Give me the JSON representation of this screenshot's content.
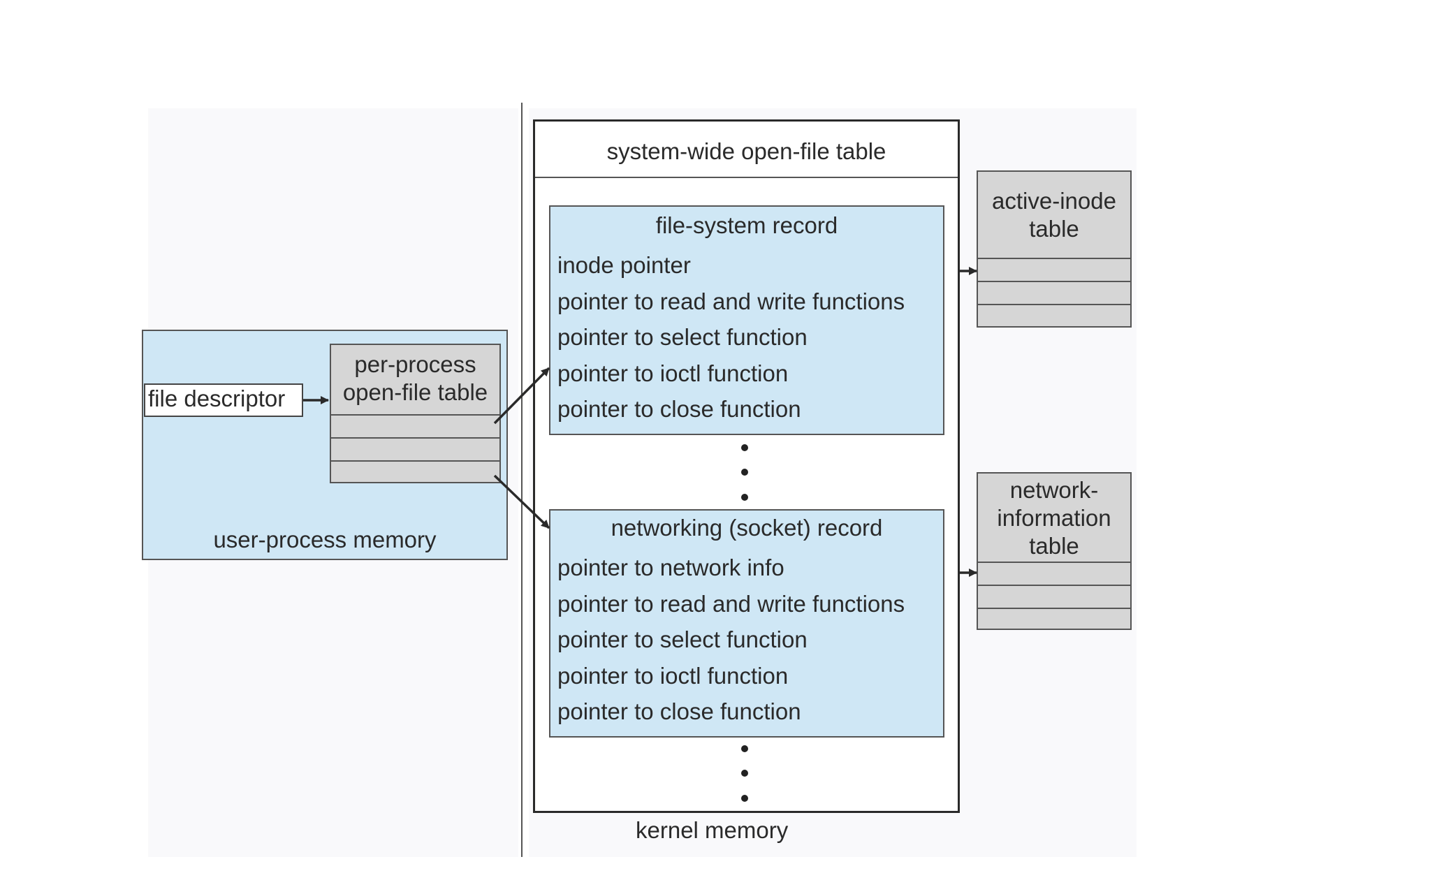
{
  "system_table": {
    "title": "system-wide open-file table"
  },
  "user_process": {
    "file_descriptor": "file descriptor",
    "per_process_table": [
      "per-process",
      "open-file table"
    ],
    "memory_label": "user-process memory"
  },
  "kernel": {
    "memory_label": "kernel memory"
  },
  "file_system_record": {
    "title": "file-system record",
    "items": [
      "inode pointer",
      "pointer to read and write functions",
      "pointer to select function",
      "pointer to ioctl function",
      "pointer to close function"
    ]
  },
  "network_record": {
    "title": "networking (socket) record",
    "items": [
      "pointer to network info",
      "pointer to read and write functions",
      "pointer to select function",
      "pointer to ioctl function",
      "pointer to close function"
    ]
  },
  "active_inode_table": {
    "title": [
      "active-inode",
      "table"
    ]
  },
  "network_info_table": {
    "title": [
      "network-",
      "information",
      "table"
    ]
  },
  "colors": {
    "memory_fill": "#cfe7f5",
    "table_fill": "#d6d6d6",
    "line": "#2a2a2a"
  }
}
